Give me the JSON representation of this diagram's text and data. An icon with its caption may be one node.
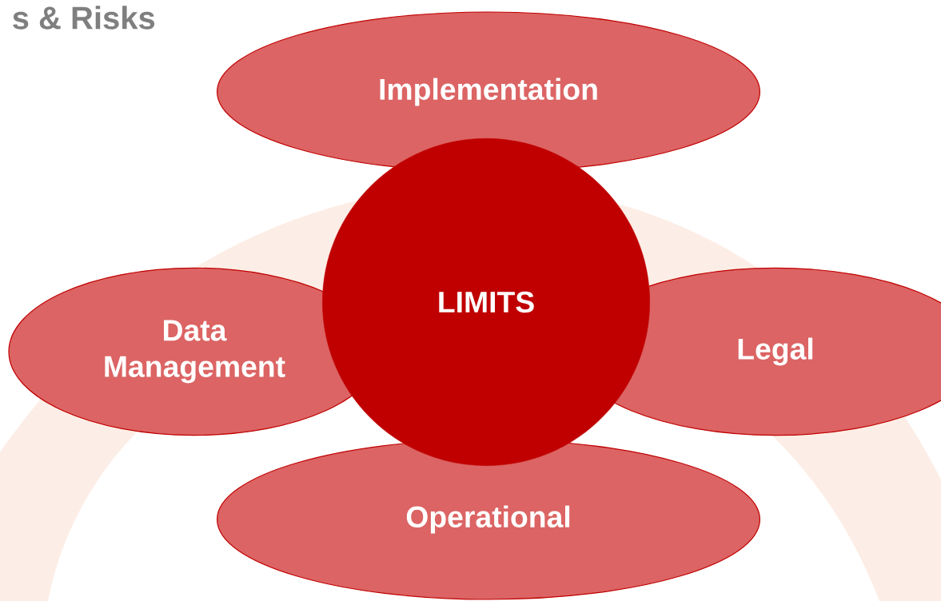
{
  "diagram": {
    "title": "s & Risks",
    "nodes": [
      {
        "text": [
          "Implementation"
        ]
      },
      {
        "text": [
          "LIMITS"
        ]
      },
      {
        "text": [
          "Data Management"
        ]
      },
      {
        "text": [
          "Legal"
        ]
      },
      {
        "text": [
          "Operational"
        ]
      }
    ]
  }
}
